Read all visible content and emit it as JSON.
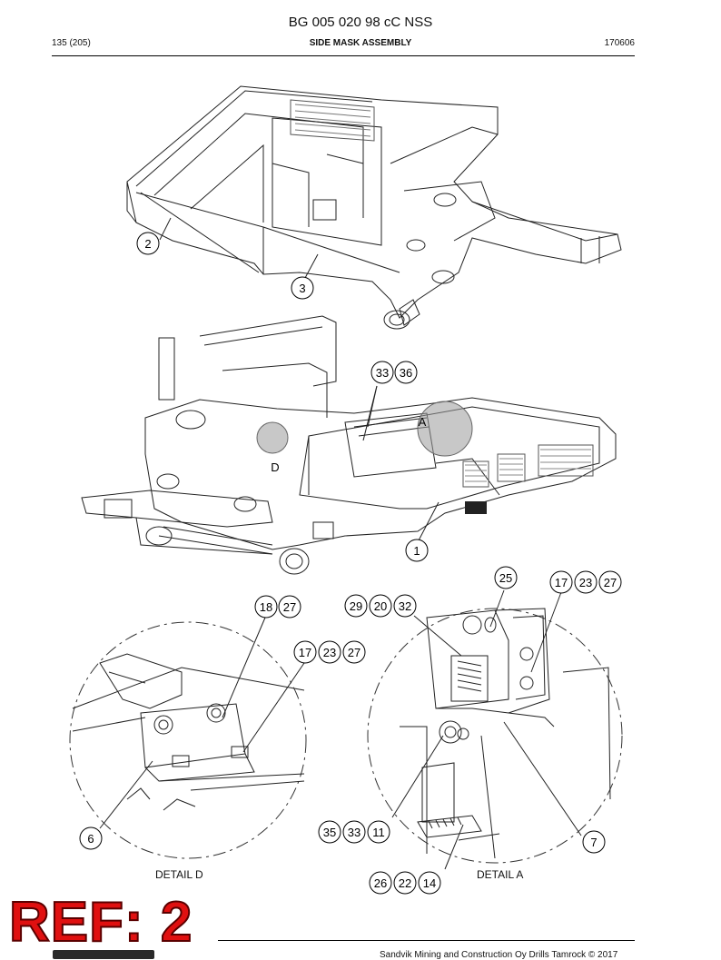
{
  "header": {
    "doc_id": "BG 005 020 98 cC NSS",
    "page": "135 (205)",
    "title": "SIDE MASK ASSEMBLY",
    "date": "170606"
  },
  "callouts": {
    "c2": "2",
    "c3": "3",
    "c33": "33",
    "c36": "36",
    "c1": "1",
    "label_a": "A",
    "label_d": "D",
    "c18": "18",
    "c27": "27",
    "c29": "29",
    "c20": "20",
    "c32": "32",
    "c25": "25",
    "c17": "17",
    "c23": "23",
    "c35": "35",
    "c11": "11",
    "c6": "6",
    "c7": "7",
    "c26": "26",
    "c22": "22",
    "c14": "14"
  },
  "details": {
    "detail_d": "DETAIL D",
    "detail_a": "DETAIL A"
  },
  "stamp": "REF: 2",
  "footer": {
    "copyright": "Sandvik Mining and Construction Oy Drills Tamrock © 2017"
  }
}
